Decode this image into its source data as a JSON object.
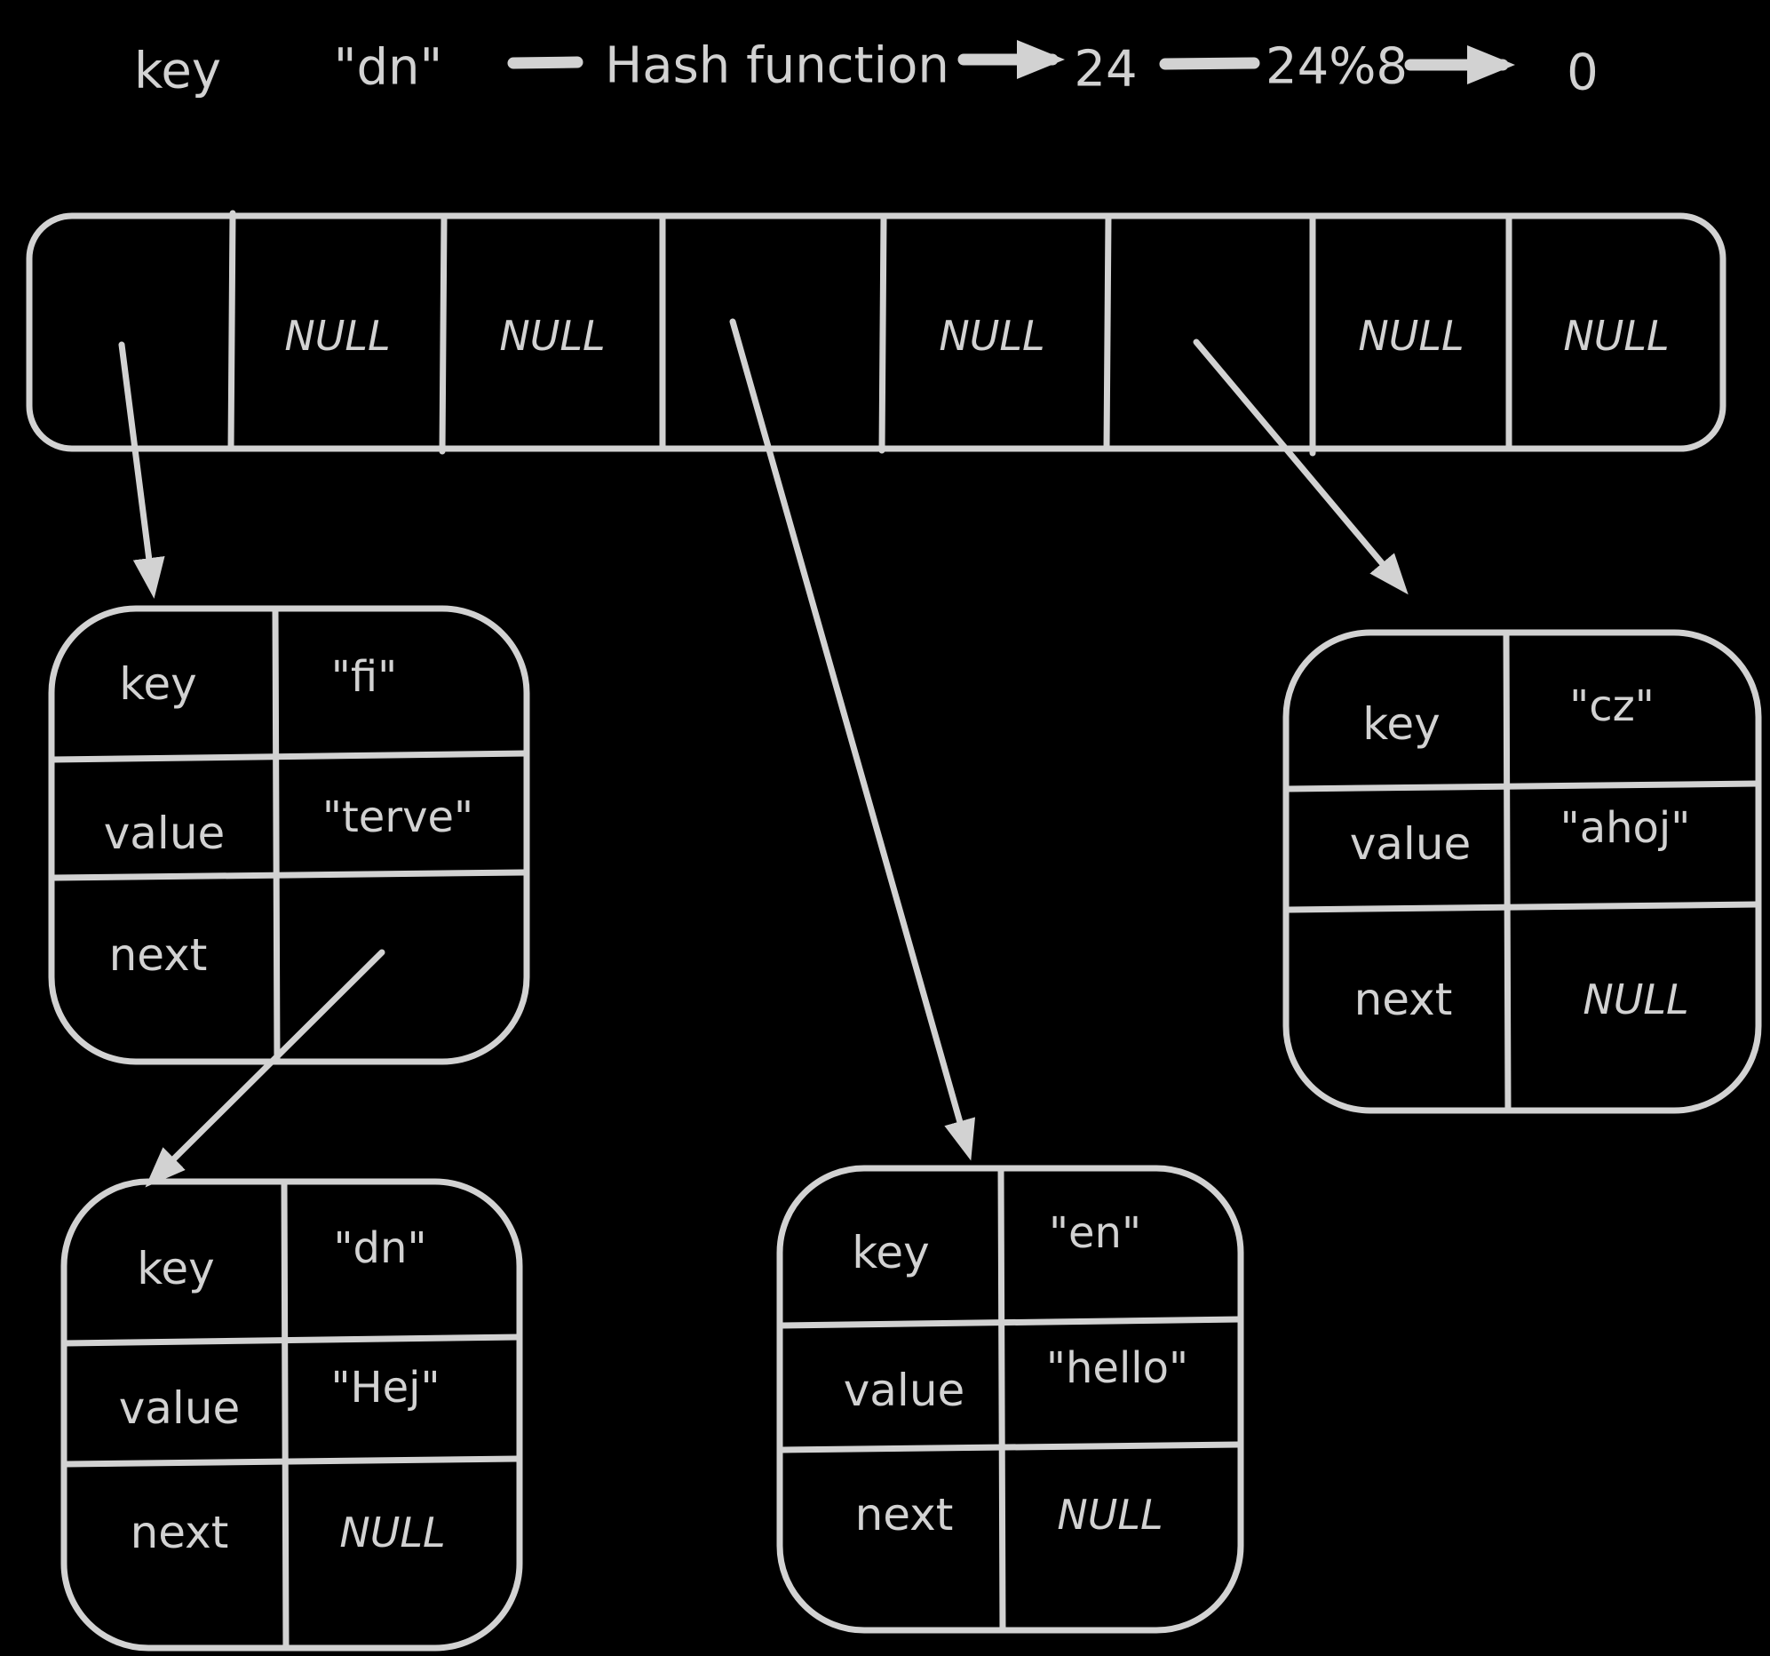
{
  "colors": {
    "background": "#000000",
    "stroke": "#d2d2d2"
  },
  "formula": {
    "key_label": "key",
    "key_value": "\"dn\"",
    "hash_function_label": "Hash function",
    "hash_output": "24",
    "mod_expression": "24%8",
    "bucket_index": "0"
  },
  "array": {
    "slots": [
      {
        "text": ""
      },
      {
        "text": "NULL"
      },
      {
        "text": "NULL"
      },
      {
        "text": ""
      },
      {
        "text": "NULL"
      },
      {
        "text": ""
      },
      {
        "text": "NULL"
      },
      {
        "text": "NULL"
      }
    ]
  },
  "nodes": {
    "fi": {
      "key_label": "key",
      "key": "\"fi\"",
      "value_label": "value",
      "value": "\"terve\"",
      "next_label": "next",
      "next": ""
    },
    "cz": {
      "key_label": "key",
      "key": "\"cz\"",
      "value_label": "value",
      "value": "\"ahoj\"",
      "next_label": "next",
      "next": "NULL"
    },
    "dn": {
      "key_label": "key",
      "key": "\"dn\"",
      "value_label": "value",
      "value": "\"Hej\"",
      "next_label": "next",
      "next": "NULL"
    },
    "en": {
      "key_label": "key",
      "key": "\"en\"",
      "value_label": "value",
      "value": "\"hello\"",
      "next_label": "next",
      "next": "NULL"
    }
  }
}
